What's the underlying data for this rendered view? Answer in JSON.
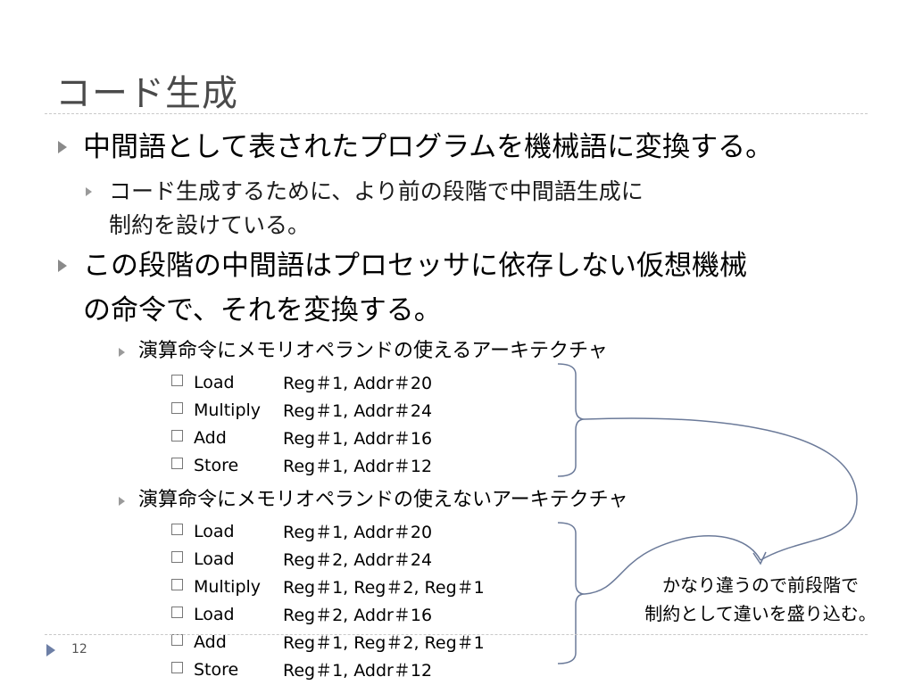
{
  "slide": {
    "title": "コード生成",
    "page_number": "12"
  },
  "bullets": {
    "b1": "中間語として表されたプログラムを機械語に変換する。",
    "b1_sub_line1": "コード生成するために、より前の段階で中間語生成に",
    "b1_sub_line2": "制約を設けている。",
    "b2_line1": "この段階の中間語はプロセッサに依存しない仮想機械",
    "b2_line2": "の命令で、それを変換する。",
    "arch1": "演算命令にメモリオペランドの使えるアーキテクチャ",
    "arch2": "演算命令にメモリオペランドの使えないアーキテクチャ"
  },
  "code1": [
    {
      "op": "Load",
      "args": "Reg＃1, Addr＃20"
    },
    {
      "op": "Multiply",
      "args": "Reg＃1, Addr＃24"
    },
    {
      "op": "Add",
      "args": "Reg＃1, Addr＃16"
    },
    {
      "op": "Store",
      "args": "Reg＃1, Addr＃12"
    }
  ],
  "code2": [
    {
      "op": "Load",
      "args": "Reg＃1, Addr＃20"
    },
    {
      "op": "Load",
      "args": "Reg＃2, Addr＃24"
    },
    {
      "op": "Multiply",
      "args": "Reg＃1, Reg＃2, Reg＃1"
    },
    {
      "op": "Load",
      "args": "Reg＃2, Addr＃16"
    },
    {
      "op": "Add",
      "args": "Reg＃1, Reg＃2, Reg＃1"
    },
    {
      "op": "Store",
      "args": "Reg＃1, Addr＃12"
    }
  ],
  "note": {
    "line1": "かなり違うので前段階で",
    "line2": "制約として違いを盛り込む。"
  },
  "colors": {
    "title": "#4a4a4a",
    "bullet": "#8a8a8a",
    "rule": "#c9c9c9",
    "annotation_line": "#6b7a99"
  }
}
